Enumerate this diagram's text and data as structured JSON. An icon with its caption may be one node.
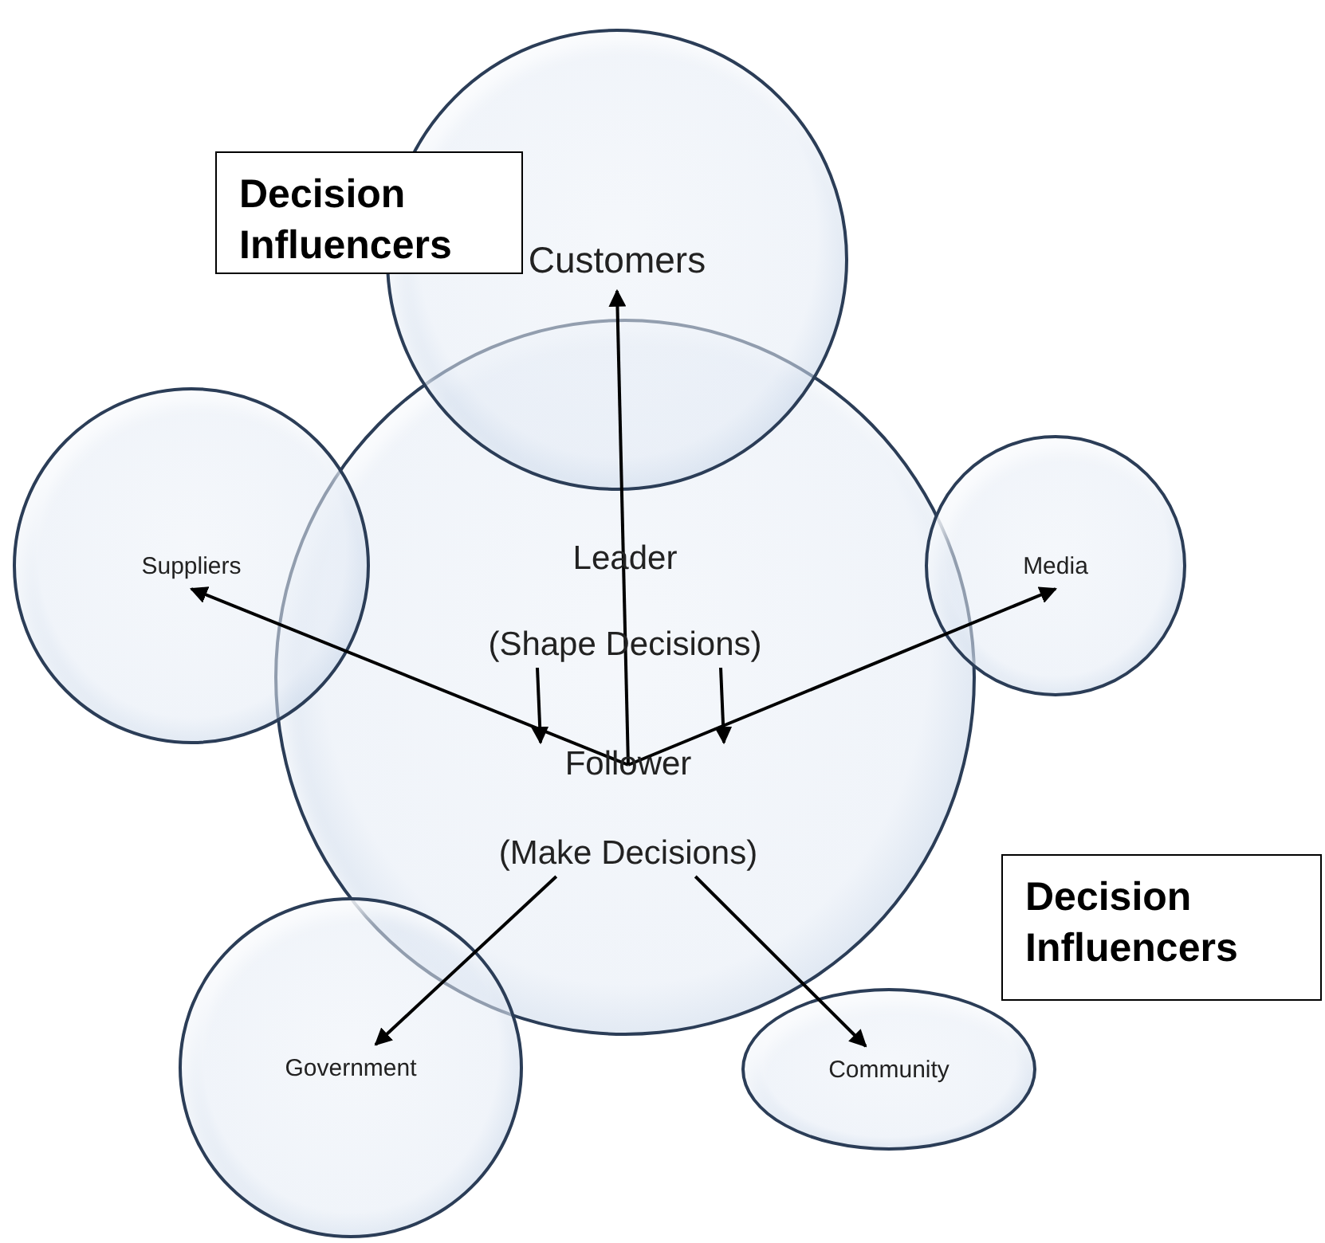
{
  "diagram": {
    "nodes": [
      {
        "text": [
          "Decision Influencers"
        ]
      },
      {
        "text": [
          "Customers"
        ]
      },
      {
        "text": [],
        "shape": "circle"
      },
      {
        "text": [
          "Leader",
          "(Shape Decisions)"
        ],
        "in": 2
      },
      {
        "text": [
          "Follower",
          "(Make Decisions)"
        ],
        "in": 2
      },
      {
        "text": [
          "Suppliers"
        ]
      },
      {
        "text": [
          "Media"
        ]
      },
      {
        "text": [
          "Decision Influencers"
        ]
      },
      {
        "text": [
          "Government"
        ]
      },
      {
        "text": [
          "Community"
        ]
      }
    ],
    "edges": [
      {
        "from": 3,
        "to": 4,
        "arrow": "to"
      },
      {
        "from": 3,
        "to": 4,
        "arrow": "to"
      },
      {
        "from": 4,
        "to": 1,
        "arrow": "to"
      },
      {
        "from": 4,
        "to": 5,
        "arrow": "to"
      },
      {
        "from": 4,
        "to": 6,
        "arrow": "to"
      },
      {
        "from": 4,
        "to": 8,
        "arrow": "to"
      },
      {
        "from": 4,
        "to": 9,
        "arrow": "to"
      }
    ]
  }
}
